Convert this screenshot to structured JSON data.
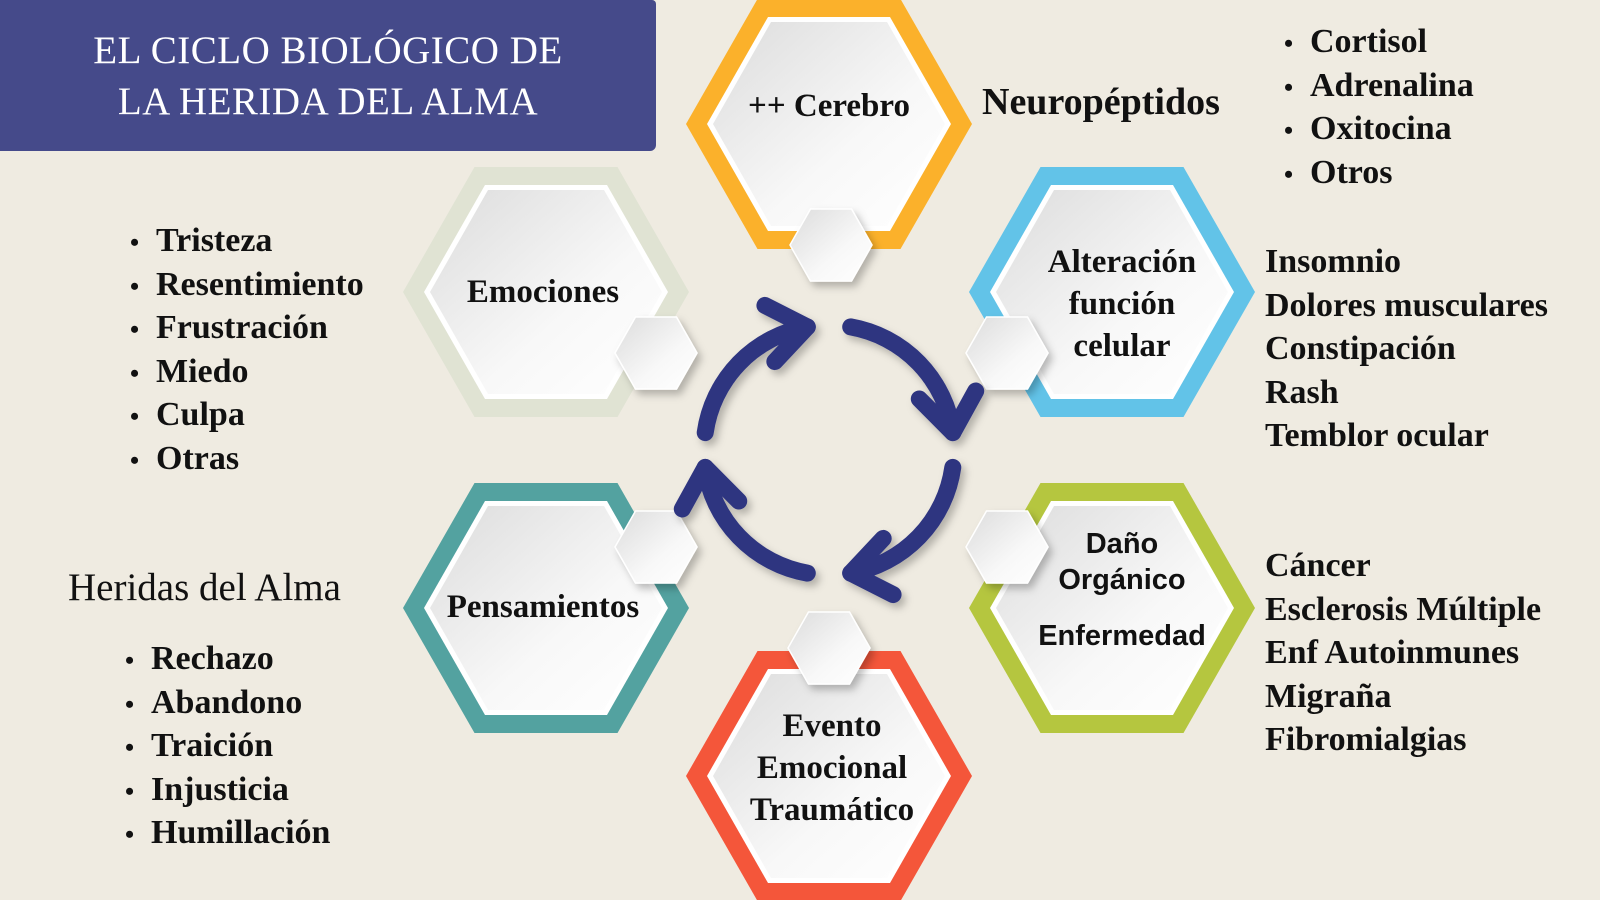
{
  "title": {
    "line1": "EL CICLO BIOLÓGICO DE",
    "line2": "LA HERIDA DEL ALMA"
  },
  "colors": {
    "background": "#efebe1",
    "title_box": "#454a8a",
    "arrows": "#2e3580",
    "cerebro": "#fbb12b",
    "alteracion": "#62c3e8",
    "dano": "#b5c63f",
    "evento": "#f4563a",
    "pensamientos": "#53a2a0",
    "emociones": "#e0e3d3"
  },
  "hexagons": {
    "cerebro": "++ Cerebro",
    "alteracion": [
      "Alteración",
      "función",
      "celular"
    ],
    "dano": [
      "Daño",
      "Orgánico",
      "Enfermedad"
    ],
    "evento": [
      "Evento",
      "Emocional",
      "Traumático"
    ],
    "pensamientos": "Pensamientos",
    "emociones": "Emociones"
  },
  "neuropeptidos": {
    "heading": "Neuropéptidos",
    "items": [
      "Cortisol",
      "Adrenalina",
      "Oxitocina",
      "Otros"
    ]
  },
  "alteracion_list": [
    "Insomnio",
    "Dolores musculares",
    "Constipación",
    "Rash",
    "Temblor ocular"
  ],
  "dano_list": [
    "Cáncer",
    "Esclerosis Múltiple",
    "Enf Autoinmunes",
    "Migraña",
    "Fibromialgias"
  ],
  "emociones_list": [
    "Tristeza",
    "Resentimiento",
    "Frustración",
    "Miedo",
    "Culpa",
    "Otras"
  ],
  "heridas": {
    "heading": "Heridas del Alma",
    "items": [
      "Rechazo",
      "Abandono",
      "Traición",
      "Injusticia",
      "Humillación"
    ]
  },
  "cycle_icon": "circular-arrows-icon"
}
